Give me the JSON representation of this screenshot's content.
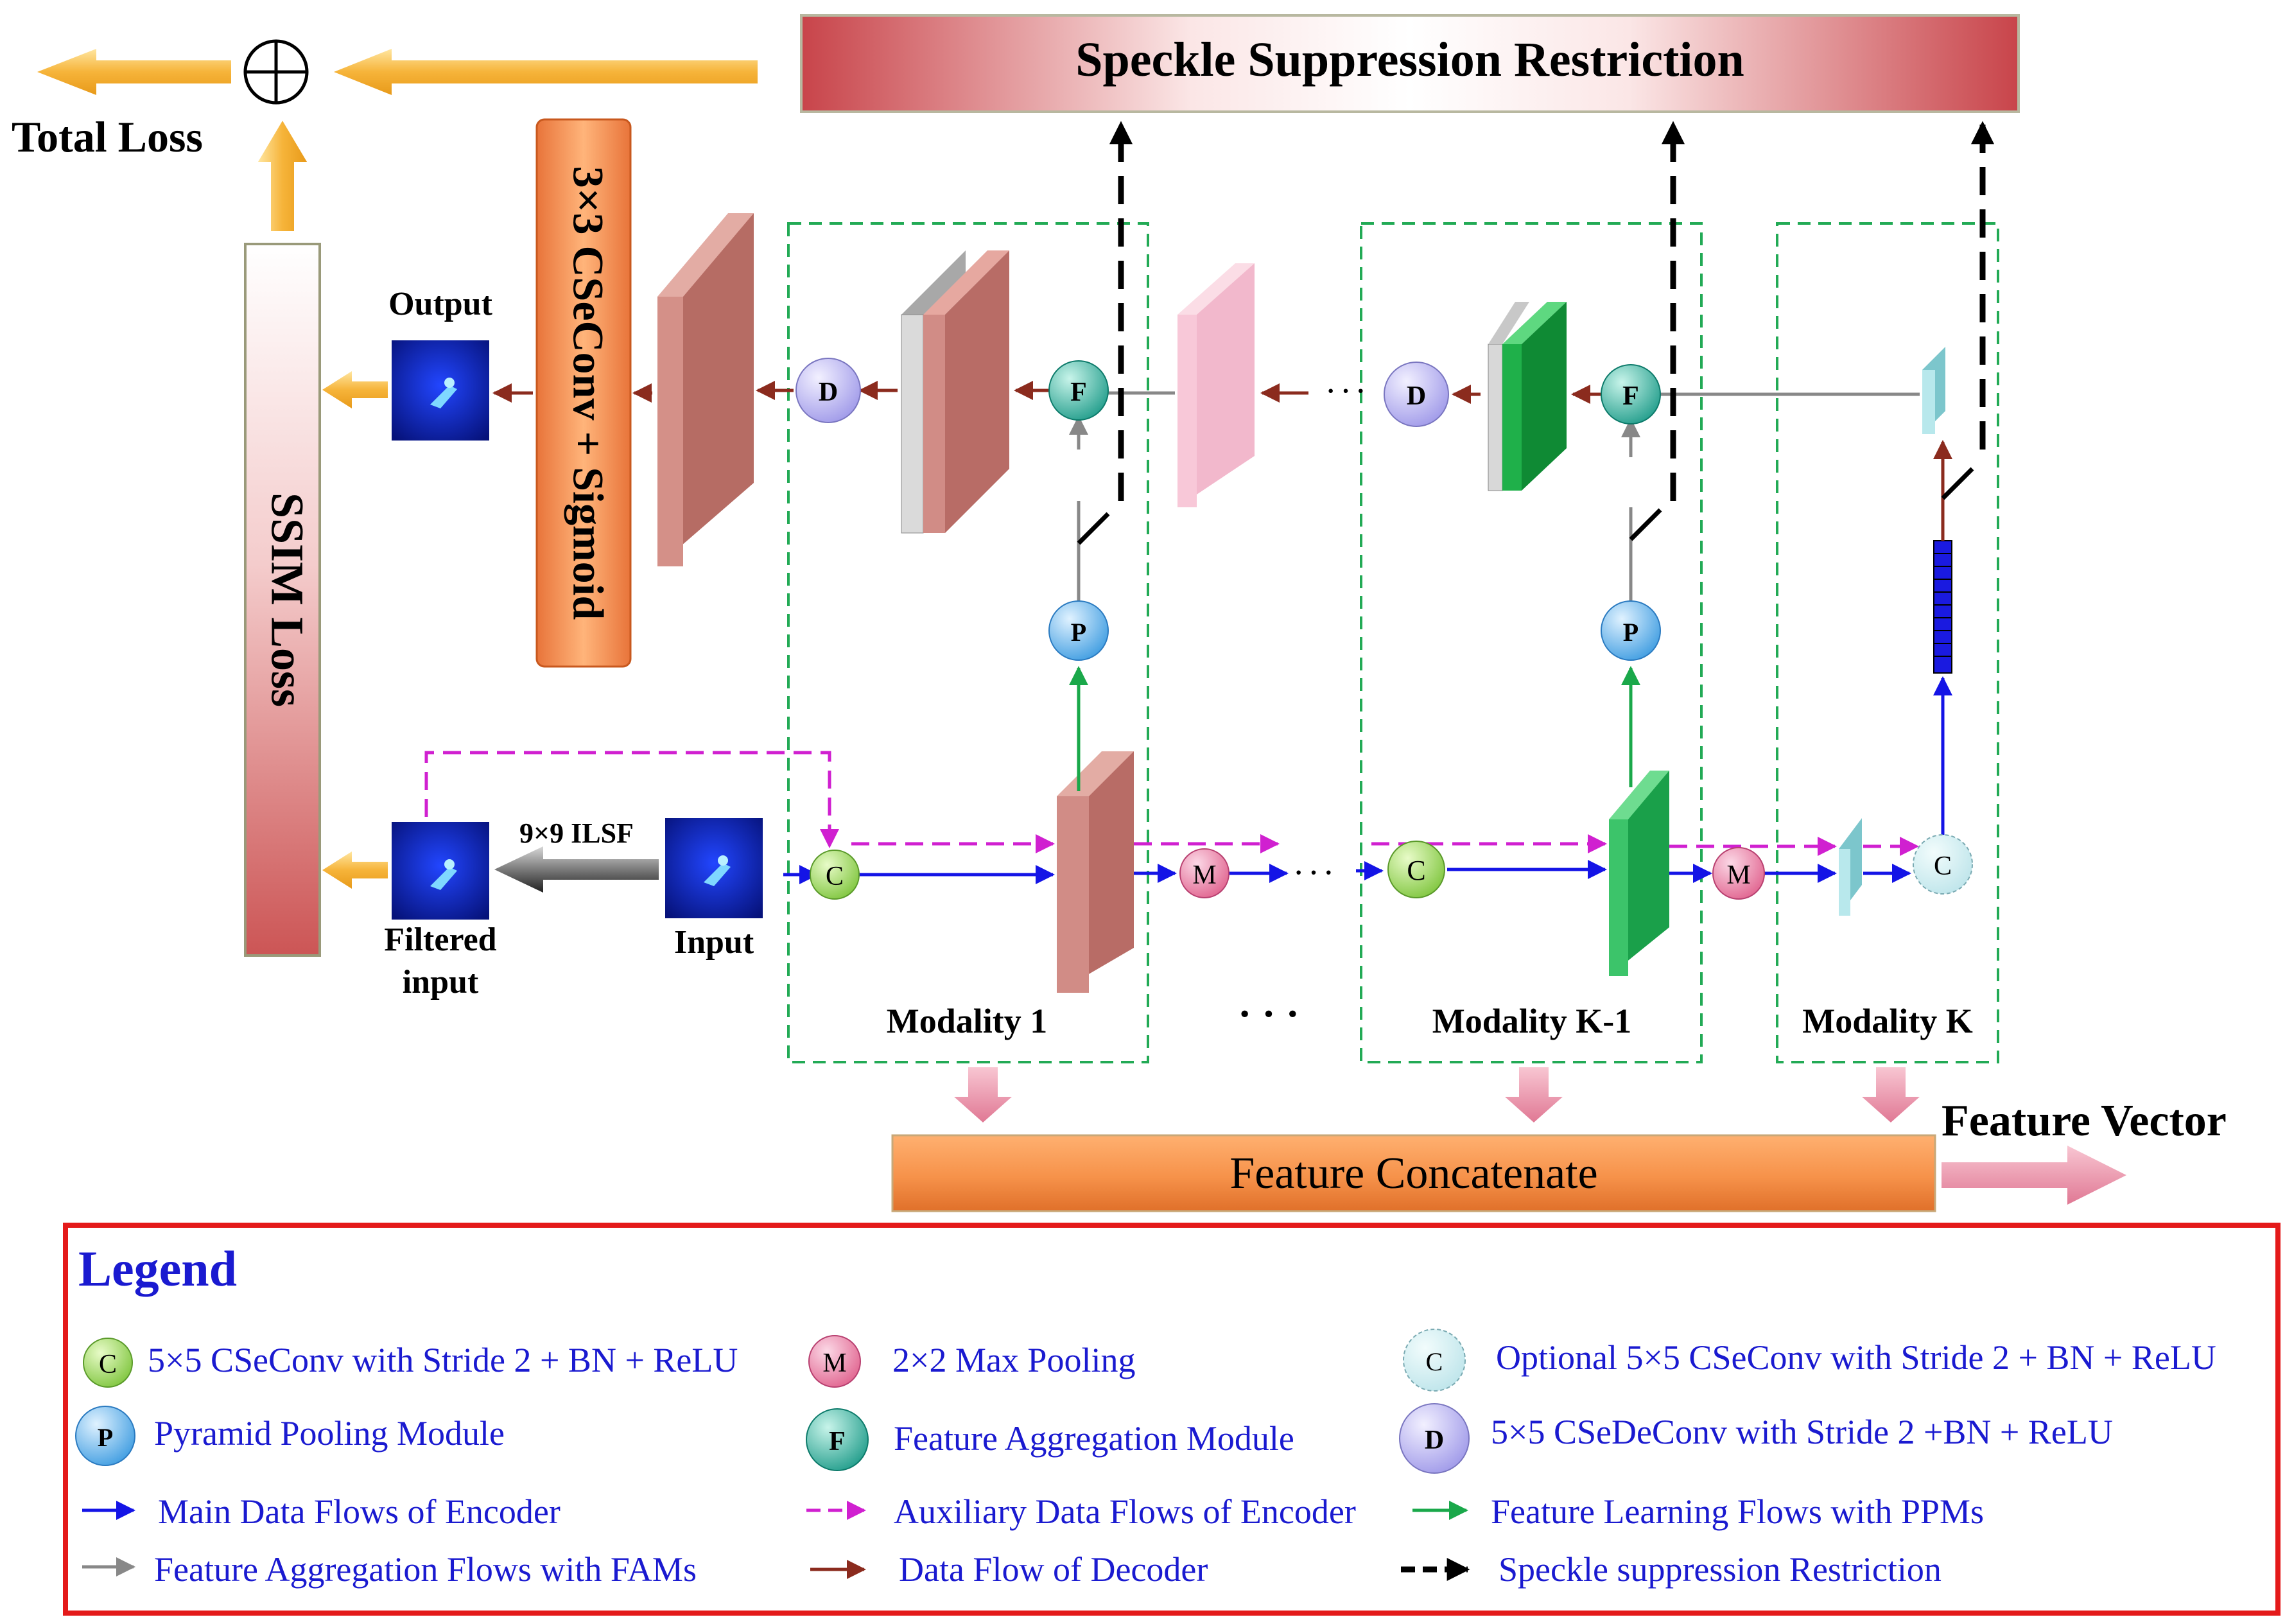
{
  "title_bar": "Speckle Suppression Restriction",
  "total_loss": "Total Loss",
  "ssim_loss": "SSIM Loss",
  "conv_sigmoid": "3×3 CSeConv + Sigmoid",
  "output_label": "Output",
  "filtered_label_1": "Filtered",
  "filtered_label_2": "input",
  "input_label": "Input",
  "ilsf_label": "9×9 ILSF",
  "modality_1": "Modality 1",
  "modality_k1": "Modality K-1",
  "modality_k": "Modality K",
  "ellipsis_mid": "· · ·",
  "ellipsis_small": "· · ·",
  "feature_concat": "Feature Concatenate",
  "feature_vector": "Feature Vector",
  "nodes": {
    "c": "C",
    "m": "M",
    "p": "P",
    "f": "F",
    "d": "D"
  },
  "colors": {
    "red_box": "#e41a1a",
    "legend_text": "#1a1ad0",
    "modality_border": "#22aa55",
    "encoder_blue": "#1414e6",
    "decoder_brown": "#8b2b1e",
    "aux_magenta": "#d020d0",
    "ppm_green": "#1aa84a",
    "fam_gray": "#888888"
  },
  "legend": {
    "title": "Legend",
    "items": {
      "c": "5×5 CSeConv with Stride 2 + BN + ReLU",
      "m": "2×2 Max Pooling",
      "c_opt": "Optional 5×5 CSeConv with Stride 2 + BN + ReLU",
      "p": "Pyramid Pooling Module",
      "f": "Feature Aggregation Module",
      "d": "5×5 CSeDeConv with Stride 2 +BN + ReLU",
      "main_flow": "Main Data Flows of Encoder",
      "aux_flow": "Auxiliary Data Flows of Encoder",
      "ppm_flow": "Feature Learning Flows with PPMs",
      "fam_flow": "Feature Aggregation Flows with FAMs",
      "dec_flow": "Data Flow of Decoder",
      "ssr_flow": "Speckle suppression Restriction"
    }
  }
}
